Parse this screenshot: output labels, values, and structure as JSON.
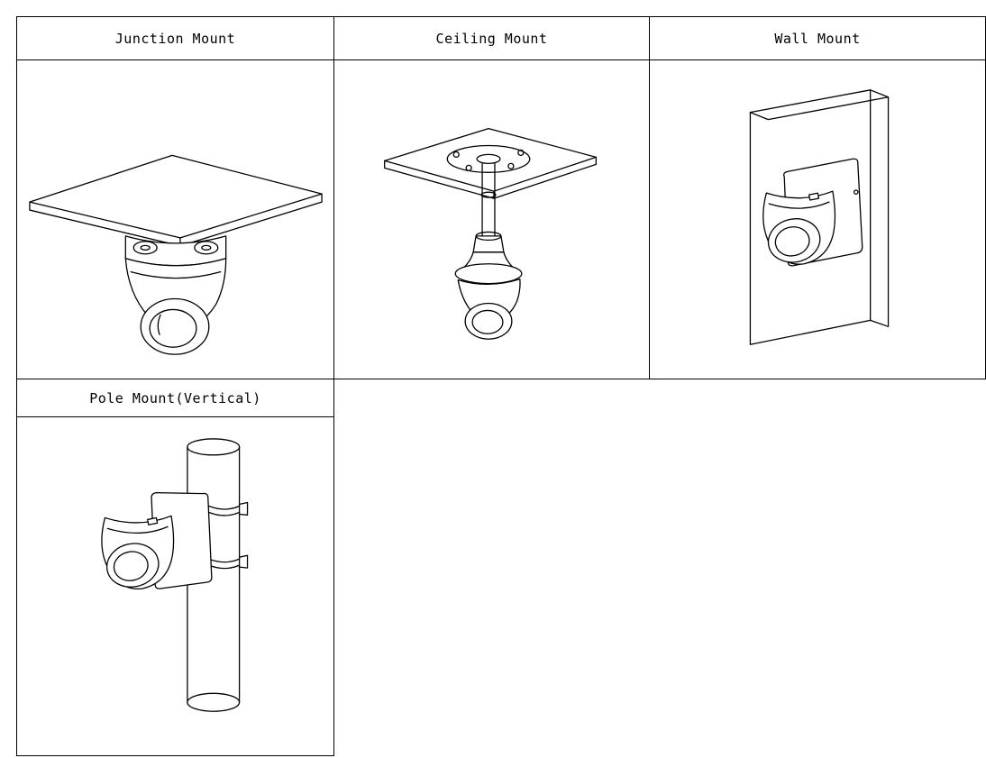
{
  "page": {
    "background": "#ffffff",
    "line_color": "#000000"
  },
  "table": {
    "cells": [
      {
        "label": "Junction Mount",
        "drawing": "junction-mount-drawing"
      },
      {
        "label": "Ceiling Mount",
        "drawing": "ceiling-mount-drawing"
      },
      {
        "label": "Wall Mount",
        "drawing": "wall-mount-drawing"
      },
      {
        "label": "Pole Mount(Vertical)",
        "drawing": "pole-mount-vertical-drawing"
      }
    ]
  }
}
